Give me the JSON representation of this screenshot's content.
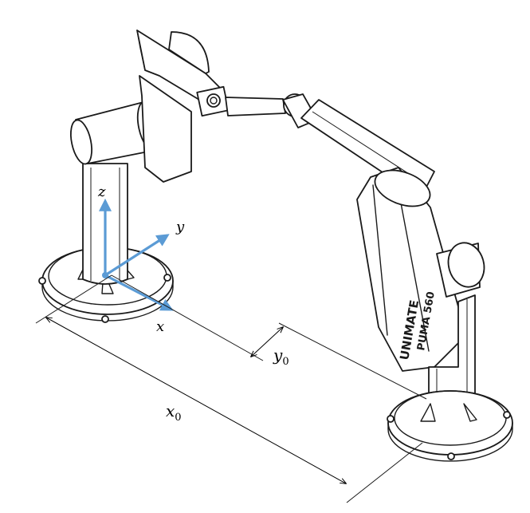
{
  "diagram": {
    "axes": {
      "z": "z",
      "y": "y",
      "x": "x"
    },
    "dims": {
      "x0_main": "x",
      "x0_sub": "0",
      "y0_main": "y",
      "y0_sub": "0"
    },
    "robot_brand": "UNIMATE",
    "robot_model": "PUMA 560",
    "colors": {
      "axis": "#5b9bd5",
      "line": "#1a1a1a"
    }
  }
}
